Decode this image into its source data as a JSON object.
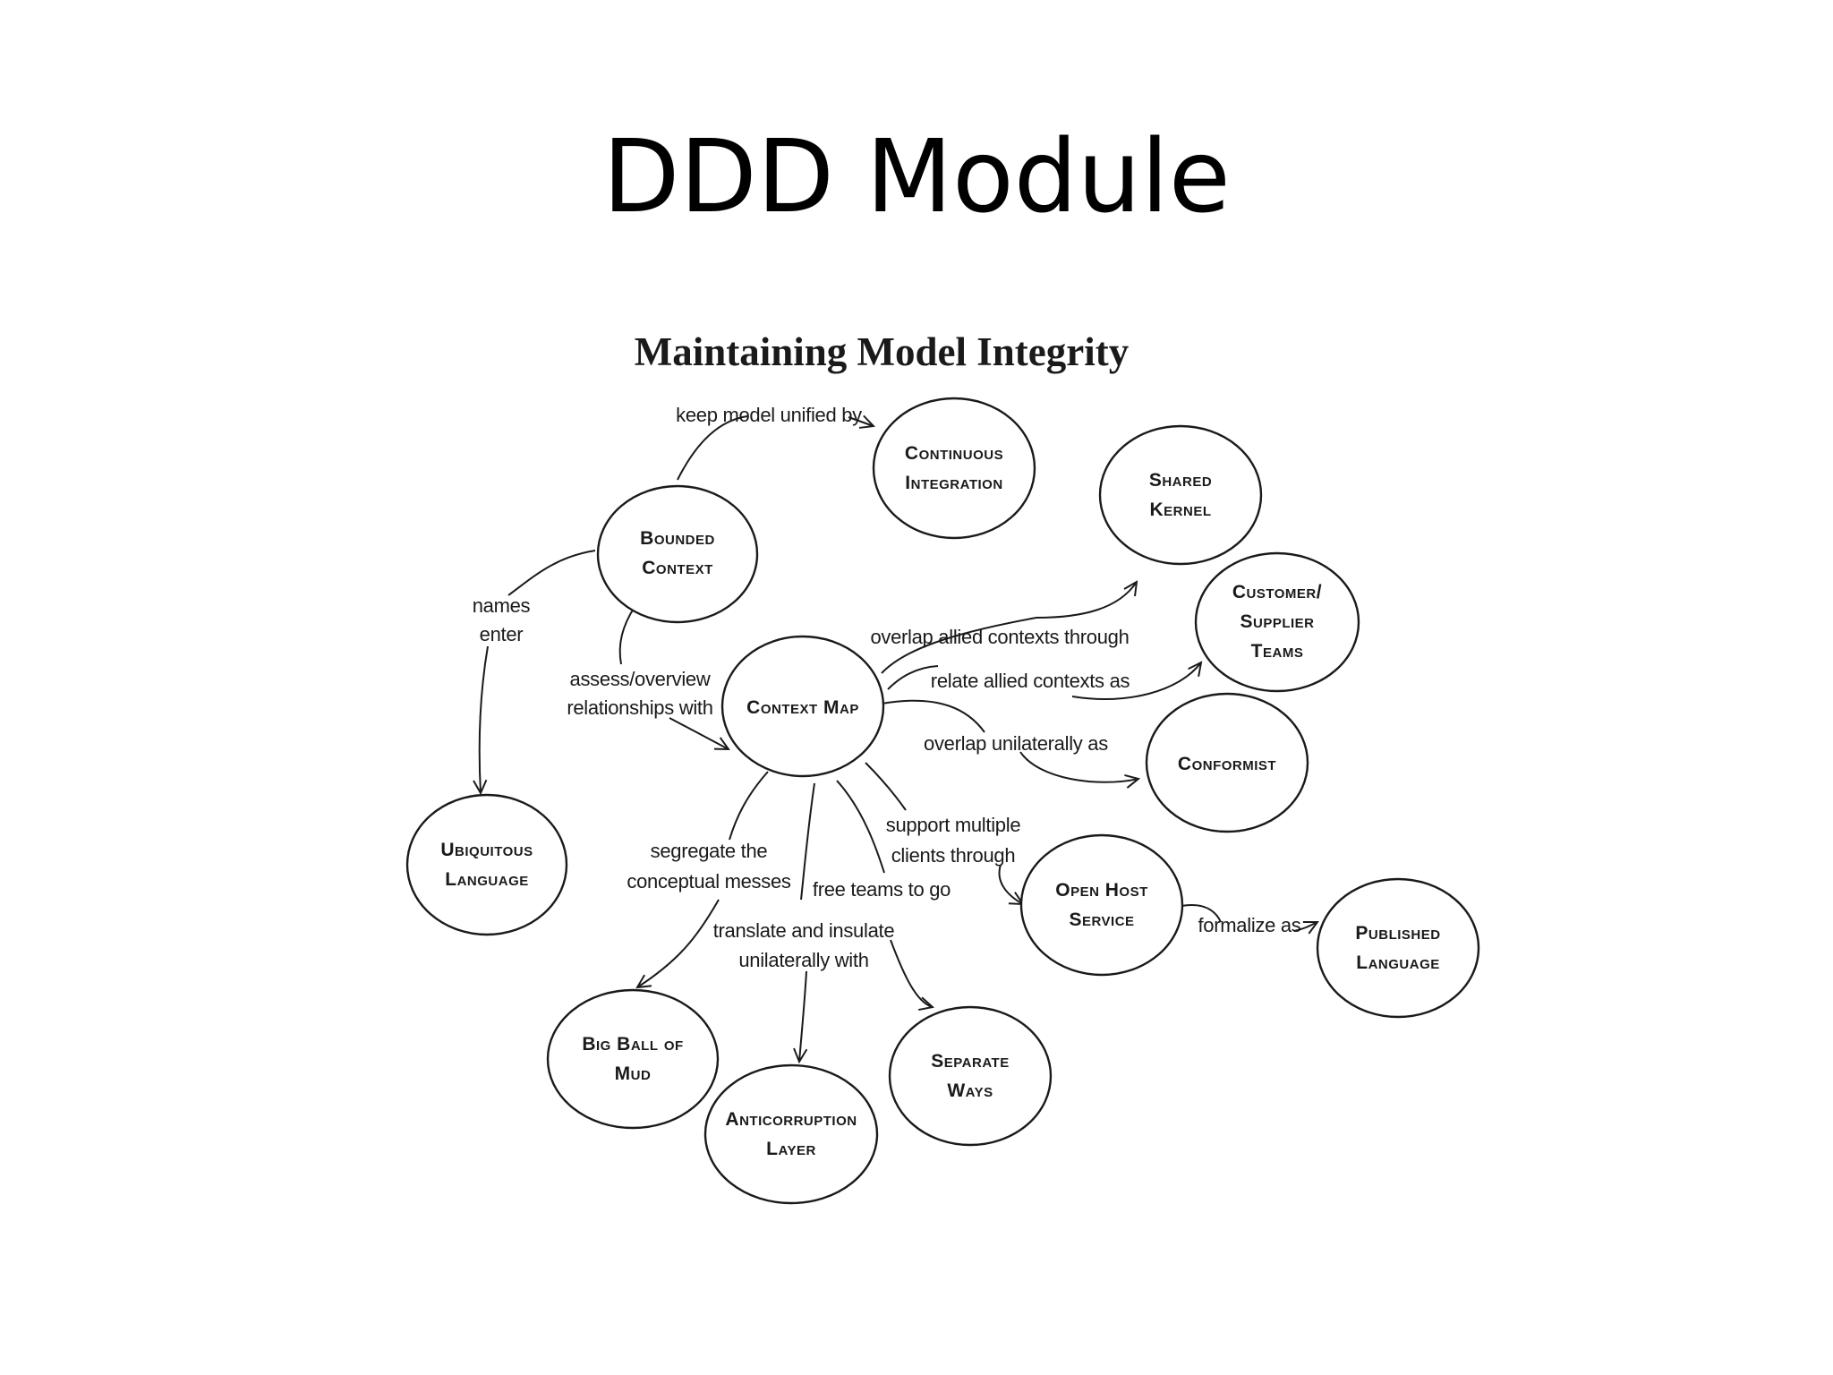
{
  "slide": {
    "title": "DDD Module"
  },
  "diagram": {
    "title": "Maintaining Model Integrity",
    "nodes": {
      "bounded_context": [
        "Bounded",
        "Context"
      ],
      "continuous_integration": [
        "Continuous",
        "Integration"
      ],
      "shared_kernel": [
        "Shared",
        "Kernel"
      ],
      "customer_supplier_teams": [
        "Customer/",
        "Supplier",
        "Teams"
      ],
      "context_map": [
        "Context Map"
      ],
      "conformist": [
        "Conformist"
      ],
      "ubiquitous_language": [
        "Ubiquitous",
        "Language"
      ],
      "open_host_service": [
        "Open Host",
        "Service"
      ],
      "published_language": [
        "Published",
        "Language"
      ],
      "big_ball_of_mud": [
        "Big Ball of",
        "Mud"
      ],
      "anticorruption_layer": [
        "Anticorruption",
        "Layer"
      ],
      "separate_ways": [
        "Separate",
        "Ways"
      ]
    },
    "edges": {
      "keep_model_unified": [
        "keep model unified by"
      ],
      "names_enter": [
        "names",
        "enter"
      ],
      "assess_overview": [
        "assess/overview",
        "relationships with"
      ],
      "overlap_allied": [
        "overlap allied contexts through"
      ],
      "relate_allied": [
        "relate allied contexts as"
      ],
      "overlap_unilaterally": [
        "overlap unilaterally as"
      ],
      "support_multiple": [
        "support multiple",
        "clients through"
      ],
      "formalize_as": [
        "formalize as"
      ],
      "segregate": [
        "segregate the",
        "conceptual messes"
      ],
      "translate_insulate": [
        "translate and insulate",
        "unilaterally with"
      ],
      "free_teams": [
        "free teams to go"
      ]
    }
  }
}
